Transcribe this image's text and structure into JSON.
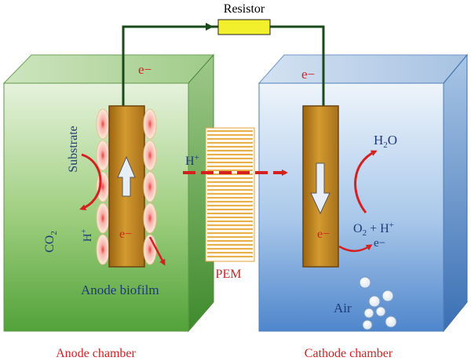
{
  "labels": {
    "resistor": "Resistor",
    "electron_top_anode": "e−",
    "electron_top_cathode": "e−",
    "substrate": "Substrate",
    "co2": "CO",
    "co2_sub": "2",
    "h_plus_anode": "H",
    "h_plus_anode_sup": "+",
    "electron_anode": "e−",
    "anode_biofilm": "Anode biofilm",
    "h_plus_membrane": "H",
    "h_plus_membrane_sup": "+",
    "pem": "PEM",
    "h2o": "H",
    "h2o_sub": "2",
    "h2o_tail": "O",
    "o2": "O",
    "o2_sub": "2",
    "o2_plus": " + H",
    "o2_sup": "+",
    "electron_cathode_reaction": "e−",
    "electron_cathode": "e−",
    "air": "Air",
    "anode_chamber": "Anode chamber",
    "cathode_chamber": "Cathode chamber"
  },
  "colors": {
    "label_blue": "#1f3a7a",
    "label_red": "#d62020",
    "wire": "#1a4a1a",
    "resistor_fill": "#f2ef2c",
    "electrode_fill": "#c8891c",
    "pem_stripes": "#e8b04a",
    "proton_arrow": "#d62020"
  }
}
